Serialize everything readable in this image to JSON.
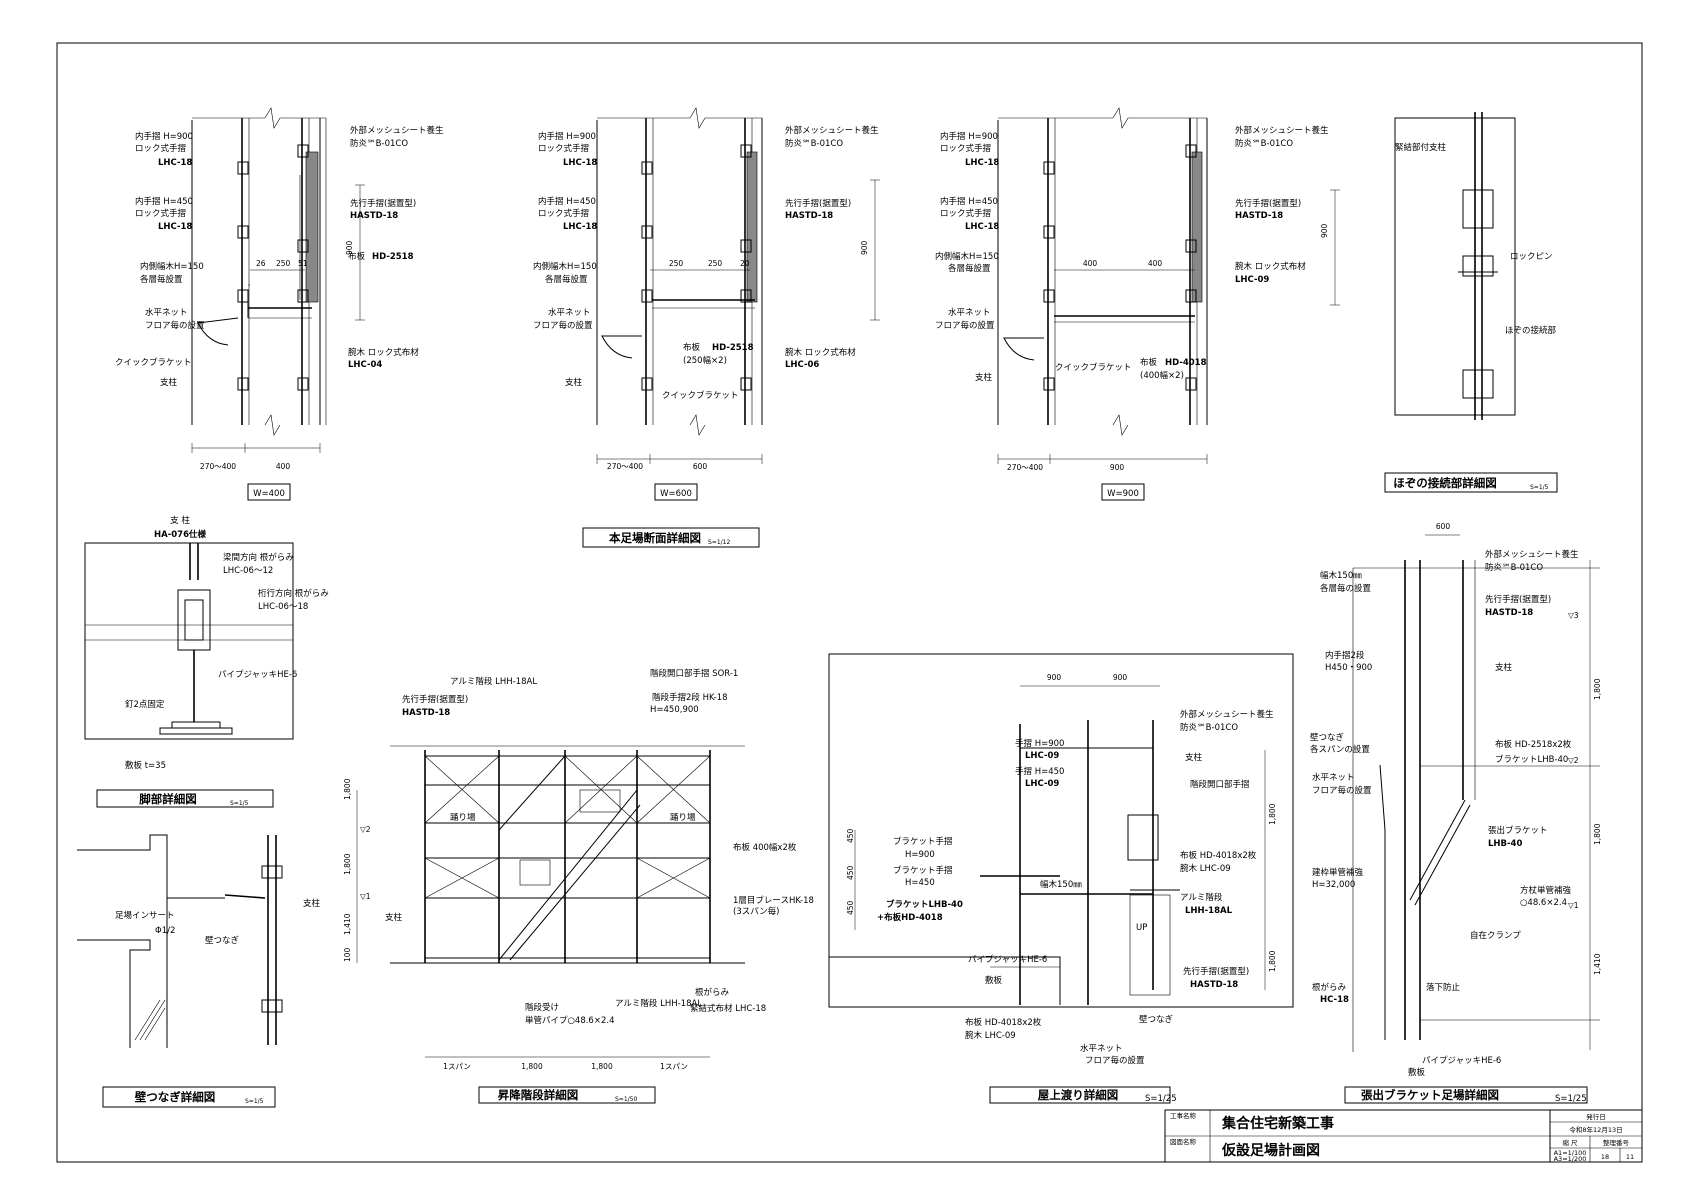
{
  "views": {
    "a": {
      "labels": [
        "内手摺 H=900",
        "ロック式手摺",
        "LHC-18",
        "内手摺 H=450",
        "ロック式手摺",
        "LHC-18",
        "内側幅木H=150",
        "各層毎設置",
        "水平ネット",
        "フロア毎の設置",
        "クイックブラケット",
        "支柱",
        "外部メッシュシート養生",
        "防炎℠B-01CO",
        "先行手摺(据置型)",
        "HASTD-18",
        "布板",
        "HD-2518",
        "腕木 ロック式布材",
        "LHC-04"
      ],
      "dims": [
        "26",
        "250",
        "51",
        "900",
        "270～400",
        "400"
      ],
      "width_label": "W=400"
    },
    "b": {
      "labels": [
        "内手摺 H=900",
        "ロック式手摺",
        "LHC-18",
        "内手摺 H=450",
        "ロック式手摺",
        "LHC-18",
        "内側幅木H=150",
        "各層毎設置",
        "水平ネット",
        "フロア毎の設置",
        "支柱",
        "クイックブラケット",
        "外部メッシュシート養生",
        "防炎℠B-01CO",
        "先行手摺(据置型)",
        "HASTD-18",
        "腕木 ロック式布材",
        "LHC-06",
        "布板",
        "HD-2518",
        "(250幅×2)"
      ],
      "dims": [
        "250",
        "250",
        "20",
        "900",
        "270～400",
        "600"
      ],
      "width_label": "W=600"
    },
    "c": {
      "labels": [
        "内手摺 H=900",
        "ロック式手摺",
        "LHC-18",
        "内手摺 H=450",
        "ロック式手摺",
        "LHC-18",
        "内側幅木H=150",
        "各層毎設置",
        "水平ネット",
        "フロア毎の設置",
        "クイックブラケット",
        "支柱",
        "外部メッシュシート養生",
        "防炎℠B-01CO",
        "先行手摺(据置型)",
        "HASTD-18",
        "腕木 ロック式布材",
        "LHC-09",
        "布板",
        "HD-4018",
        "(400幅×2)"
      ],
      "dims": [
        "400",
        "400",
        "900",
        "270～400",
        "900"
      ],
      "width_label": "W=900"
    },
    "d": {
      "labels": [
        "緊結部付支柱",
        "ロックピン",
        "ほぞの接続部"
      ],
      "dims": [
        "900"
      ],
      "title": "ほぞの接続部詳細図",
      "scale": "S=1/5"
    },
    "main_title": "本足場断面詳細図",
    "main_scale": "S=1/12",
    "e": {
      "labels": [
        "支 柱",
        "HA-076仕様",
        "梁間方向 根がらみ",
        "LHC-06～12",
        "桁行方向 根がらみ",
        "LHC-06～18",
        "パイプジャッキHE-6",
        "釘2点固定",
        "敷板 t=35"
      ],
      "title": "脚部詳細図",
      "scale": "S=1/5"
    },
    "f": {
      "labels": [
        "足場インサート",
        "Φ1/2",
        "壁つなぎ",
        "支柱"
      ],
      "title": "壁つなぎ詳細図",
      "scale": "S=1/5"
    },
    "g": {
      "labels": [
        "アルミ階段 LHH-18AL",
        "階段開口部手摺 SOR-1",
        "階段手摺2段 HK-18",
        "H=450,900",
        "先行手摺(据置型)",
        "HASTD-18",
        "布板 400幅x2枚",
        "1層目ブレースHK-18",
        "(3スパン毎)",
        "支柱",
        "踊り場",
        "踊り場",
        "階段受け",
        "単管パイプ○48.6×2.4",
        "アルミ階段 LHH-18AL",
        "根がらみ",
        "緊結式布材 LHC-18"
      ],
      "dims": [
        "1,800",
        "1,800",
        "1,410",
        "100",
        "1スパン",
        "1,800",
        "1,800",
        "1スパン"
      ],
      "levels": [
        "▽2",
        "▽1"
      ],
      "title": "昇降階段詳細図",
      "scale": "S=1/50"
    },
    "h": {
      "labels": [
        "外部メッシュシート養生",
        "防炎℠B-01CO",
        "支柱",
        "手摺 H=900",
        "LHC-09",
        "手摺 H=450",
        "LHC-09",
        "ブラケット手摺",
        "H=900",
        "ブラケット手摺",
        "H=450",
        "ブラケットLHB-40",
        "+布板HD-4018",
        "階段開口部手摺",
        "幅木150㎜",
        "布板 HD-4018x2枚",
        "腕木 LHC-09",
        "アルミ階段",
        "LHH-18AL",
        "UP",
        "パイプジャッキHE-6",
        "敷板",
        "先行手摺(据置型)",
        "HASTD-18",
        "布板 HD-4018x2枚",
        "腕木 LHC-09",
        "壁つなぎ",
        "水平ネット",
        "フロア毎の設置"
      ],
      "dims": [
        "900",
        "900",
        "450",
        "450",
        "450",
        "1,800",
        "1,800"
      ],
      "title": "屋上渡り詳細図",
      "scale": "S=1/25"
    },
    "i": {
      "labels": [
        "外部メッシュシート養生",
        "防炎℠B-01CO",
        "幅木150㎜",
        "各層毎の設置",
        "先行手摺(据置型)",
        "HASTD-18",
        "内手摺2段",
        "H450・900",
        "支柱",
        "壁つなぎ",
        "各スパンの設置",
        "布板 HD-2518x2枚",
        "ブラケットLHB-40",
        "水平ネット",
        "フロア毎の設置",
        "張出ブラケット",
        "LHB-40",
        "建枠単管補強",
        "H=32,000",
        "方杖単管補強",
        "○48.6×2.4",
        "自在クランプ",
        "根がらみ",
        "HC-18",
        "パイプジャッキHE-6",
        "敷板",
        "落下防止"
      ],
      "dims": [
        "600",
        "1,800",
        "1,800",
        "1,410"
      ],
      "levels": [
        "▽3",
        "▽2",
        "▽1"
      ],
      "title": "張出ブラケット足場詳細図",
      "scale": "S=1/25"
    }
  },
  "title_block": {
    "project_label": "工事名称",
    "project_name": "集合住宅新築工事",
    "drawing_label": "図面名称",
    "drawing_name": "仮設足場計画図",
    "issue_label": "発行日",
    "issue_date": "令和8年12月13日",
    "scale_label": "縮 尺",
    "scale_a1": "A1=1/100",
    "scale_a3": "A3=1/200",
    "number_label": "整理番号",
    "number_value": "18",
    "number_sub": "11"
  }
}
